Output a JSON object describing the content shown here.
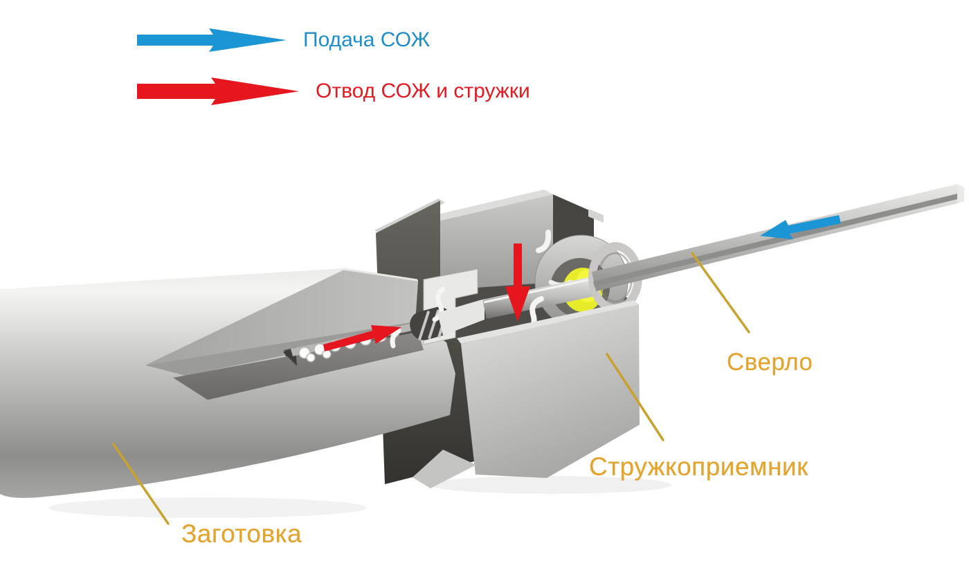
{
  "legend": {
    "items": [
      {
        "id": "coolant-supply",
        "label": "Подача СОЖ",
        "color": "#1b95d4",
        "icon": "arrow-right-icon"
      },
      {
        "id": "coolant-chip-return",
        "label": "Отвод СОЖ и стружки",
        "color": "#e6161f",
        "icon": "arrow-right-icon"
      }
    ]
  },
  "diagram": {
    "parts": [
      {
        "id": "drill",
        "label": "Сверло"
      },
      {
        "id": "chip-receiver",
        "label": "Стружкоприемник"
      },
      {
        "id": "workpiece",
        "label": "Заготовка"
      }
    ],
    "colors": {
      "part_label": "#e2a42c",
      "leader_line": "#c9a22e",
      "coolant_arrow": "#1b95d4",
      "chip_arrow": "#e6161f",
      "seal_ring_yellow": "#e6ec2a",
      "metal_light": "#d6d6d4",
      "metal_mid": "#a8a8a6",
      "metal_dark": "#4a4a48",
      "background": "#ffffff"
    }
  }
}
